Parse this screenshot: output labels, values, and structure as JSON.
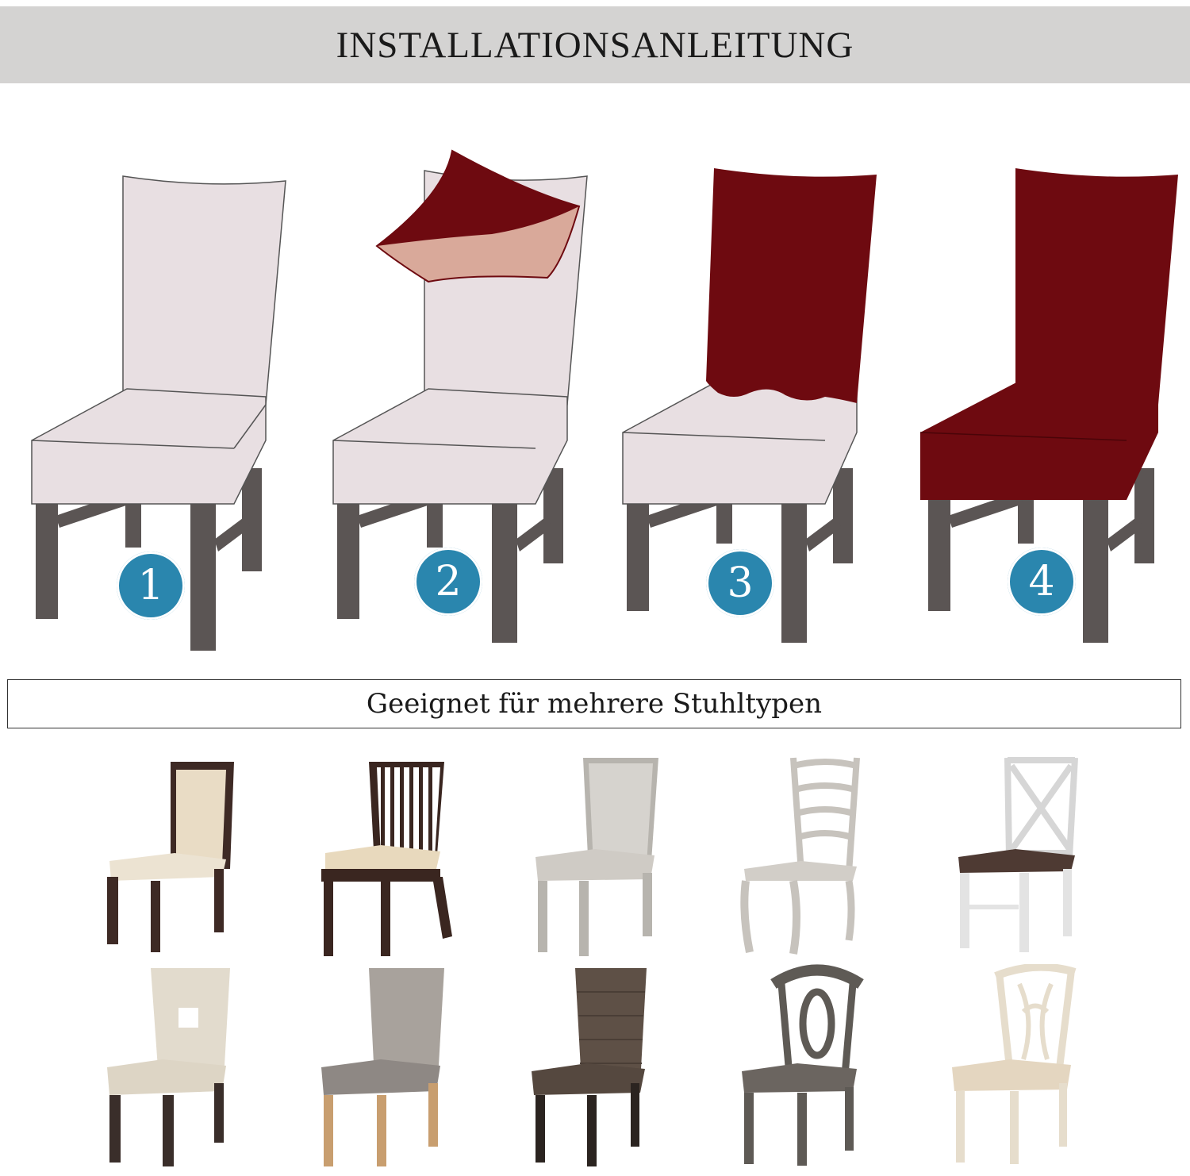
{
  "header": {
    "title": "INSTALLATIONSANLEITUNG"
  },
  "steps": [
    {
      "number": "1",
      "cover": "none"
    },
    {
      "number": "2",
      "cover": "top"
    },
    {
      "number": "3",
      "cover": "back"
    },
    {
      "number": "4",
      "cover": "full"
    }
  ],
  "colors": {
    "chair_fabric": "#e8dfe2",
    "cover_red": "#6e0a10",
    "cover_lining": "#d9a99a",
    "legs": "#5b5554",
    "badge": "#2a86ae",
    "title_bar": "#d4d3d2"
  },
  "suitable": {
    "label": "Geeignet für mehrere Stuhltypen"
  },
  "chair_types": [
    {
      "name": "cream-upholstered-chair"
    },
    {
      "name": "slatted-back-chair"
    },
    {
      "name": "grey-frame-chair"
    },
    {
      "name": "ladder-back-chair"
    },
    {
      "name": "cross-back-chair"
    },
    {
      "name": "keyhole-parsons-chair"
    },
    {
      "name": "grey-nailhead-chair"
    },
    {
      "name": "brown-channel-chair"
    },
    {
      "name": "napoleon-chair"
    },
    {
      "name": "chippendale-chair"
    }
  ]
}
